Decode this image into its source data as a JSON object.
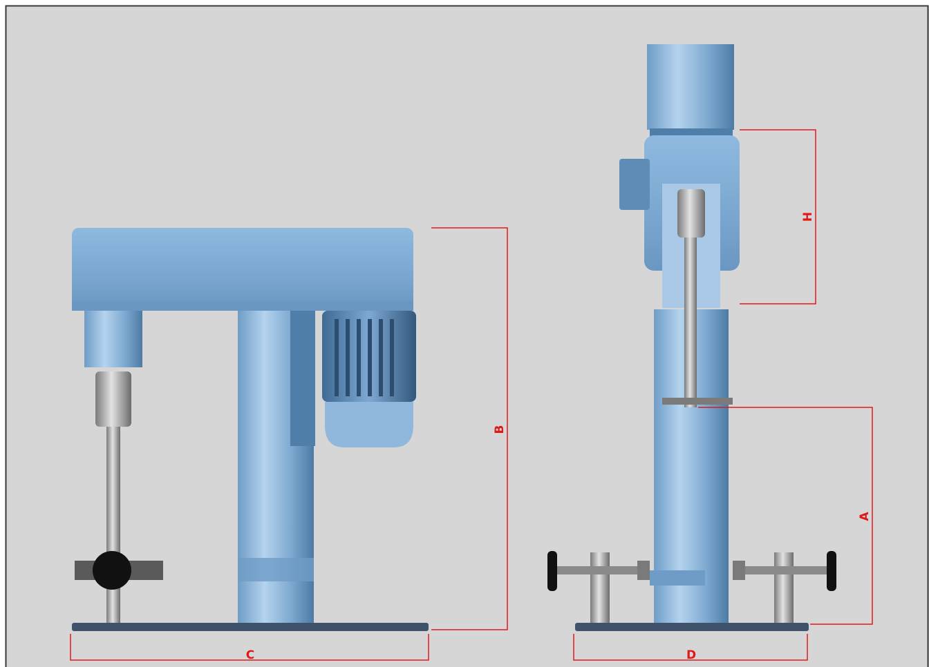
{
  "colors": {
    "background": "#d6d6d6",
    "frame": "#3a3a3a",
    "machine_body": "#8fb8dc",
    "machine_shadow": "#4f7ea8",
    "steel": "#a7a7a7",
    "base_plate": "#3e536b",
    "knob": "#111111",
    "dimension": "#e01818"
  },
  "dimensions": {
    "a": "A",
    "b": "B",
    "c": "C",
    "d": "D",
    "h": "H"
  }
}
